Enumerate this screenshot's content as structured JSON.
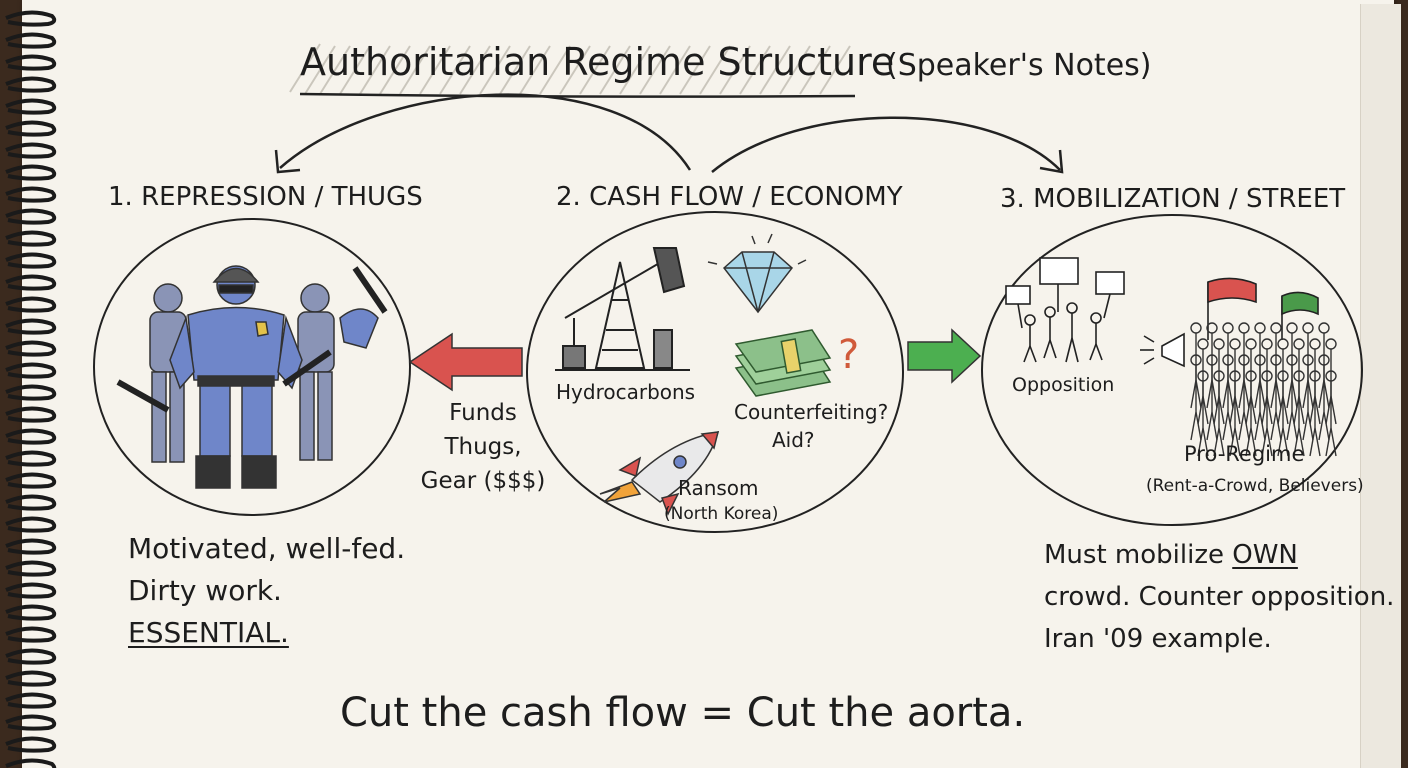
{
  "title": "Authoritarian Regime Structure",
  "subtitle": "(Speaker's Notes)",
  "sections": [
    {
      "heading": "1. REPRESSION / THUGS",
      "notes": [
        "Motivated, well-fed.",
        "Dirty work.",
        "ESSENTIAL."
      ]
    },
    {
      "heading": "2. CASH FLOW / ECONOMY",
      "labels": {
        "hydrocarbons": "Hydrocarbons",
        "counterfeiting": "Counterfeiting?",
        "aid": "Aid?",
        "ransom": "Ransom",
        "ransom_note": "(North Korea)"
      }
    },
    {
      "heading": "3. MOBILIZATION / STREET",
      "labels": {
        "opposition": "Opposition",
        "pro_regime": "Pro-Regime",
        "pro_regime_note": "(Rent-a-Crowd, Believers)"
      },
      "notes": [
        "Must mobilize",
        "OWN",
        "crowd. Counter opposition.",
        "Iran '09 example."
      ]
    }
  ],
  "funds_label": [
    "Funds",
    "Thugs,",
    "Gear ($$$)"
  ],
  "conclusion": "Cut the cash flow = Cut the aorta.",
  "colors": {
    "red_arrow": "#d9534f",
    "green_arrow": "#4caf50",
    "uniform": "#6f86c9",
    "diamond": "#a9d6e8",
    "cash": "#8cc08a",
    "red_flag": "#d9534f",
    "green_flag": "#4a9a4a",
    "question": "#d05a3a"
  },
  "icons": [
    "police-squad-icon",
    "oil-pump-icon",
    "diamond-icon",
    "cash-stack-icon",
    "question-mark-icon",
    "rocket-icon",
    "protest-signs-icon",
    "megaphone-icon",
    "flag-icon",
    "crowd-icon"
  ]
}
